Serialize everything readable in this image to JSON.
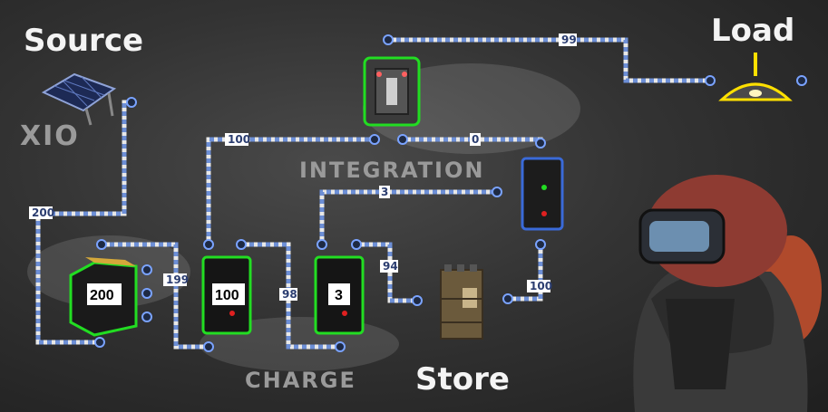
{
  "headings": {
    "source": "Source",
    "load": "Load",
    "store": "Store",
    "xio": "XIO",
    "integration": "INTEGRATION",
    "charge": "CHARGE"
  },
  "devices": {
    "battery_display": "200",
    "branch_1_display": "100",
    "branch_2_display": "3"
  },
  "wire_labels": {
    "solar_to_battery": "200",
    "battery_to_branch1": "199",
    "branch1_to_switch": "100",
    "branch1_to_branch2": "98",
    "branch2_to_integration": "3",
    "branch2_to_store": "94",
    "switch_to_load": "99",
    "switch_to_combiner": "0",
    "store_to_combiner": "100"
  },
  "colors": {
    "wire": "#6d8fd6",
    "highlight_green": "#22dd22",
    "highlight_yellow": "#ffe000"
  }
}
